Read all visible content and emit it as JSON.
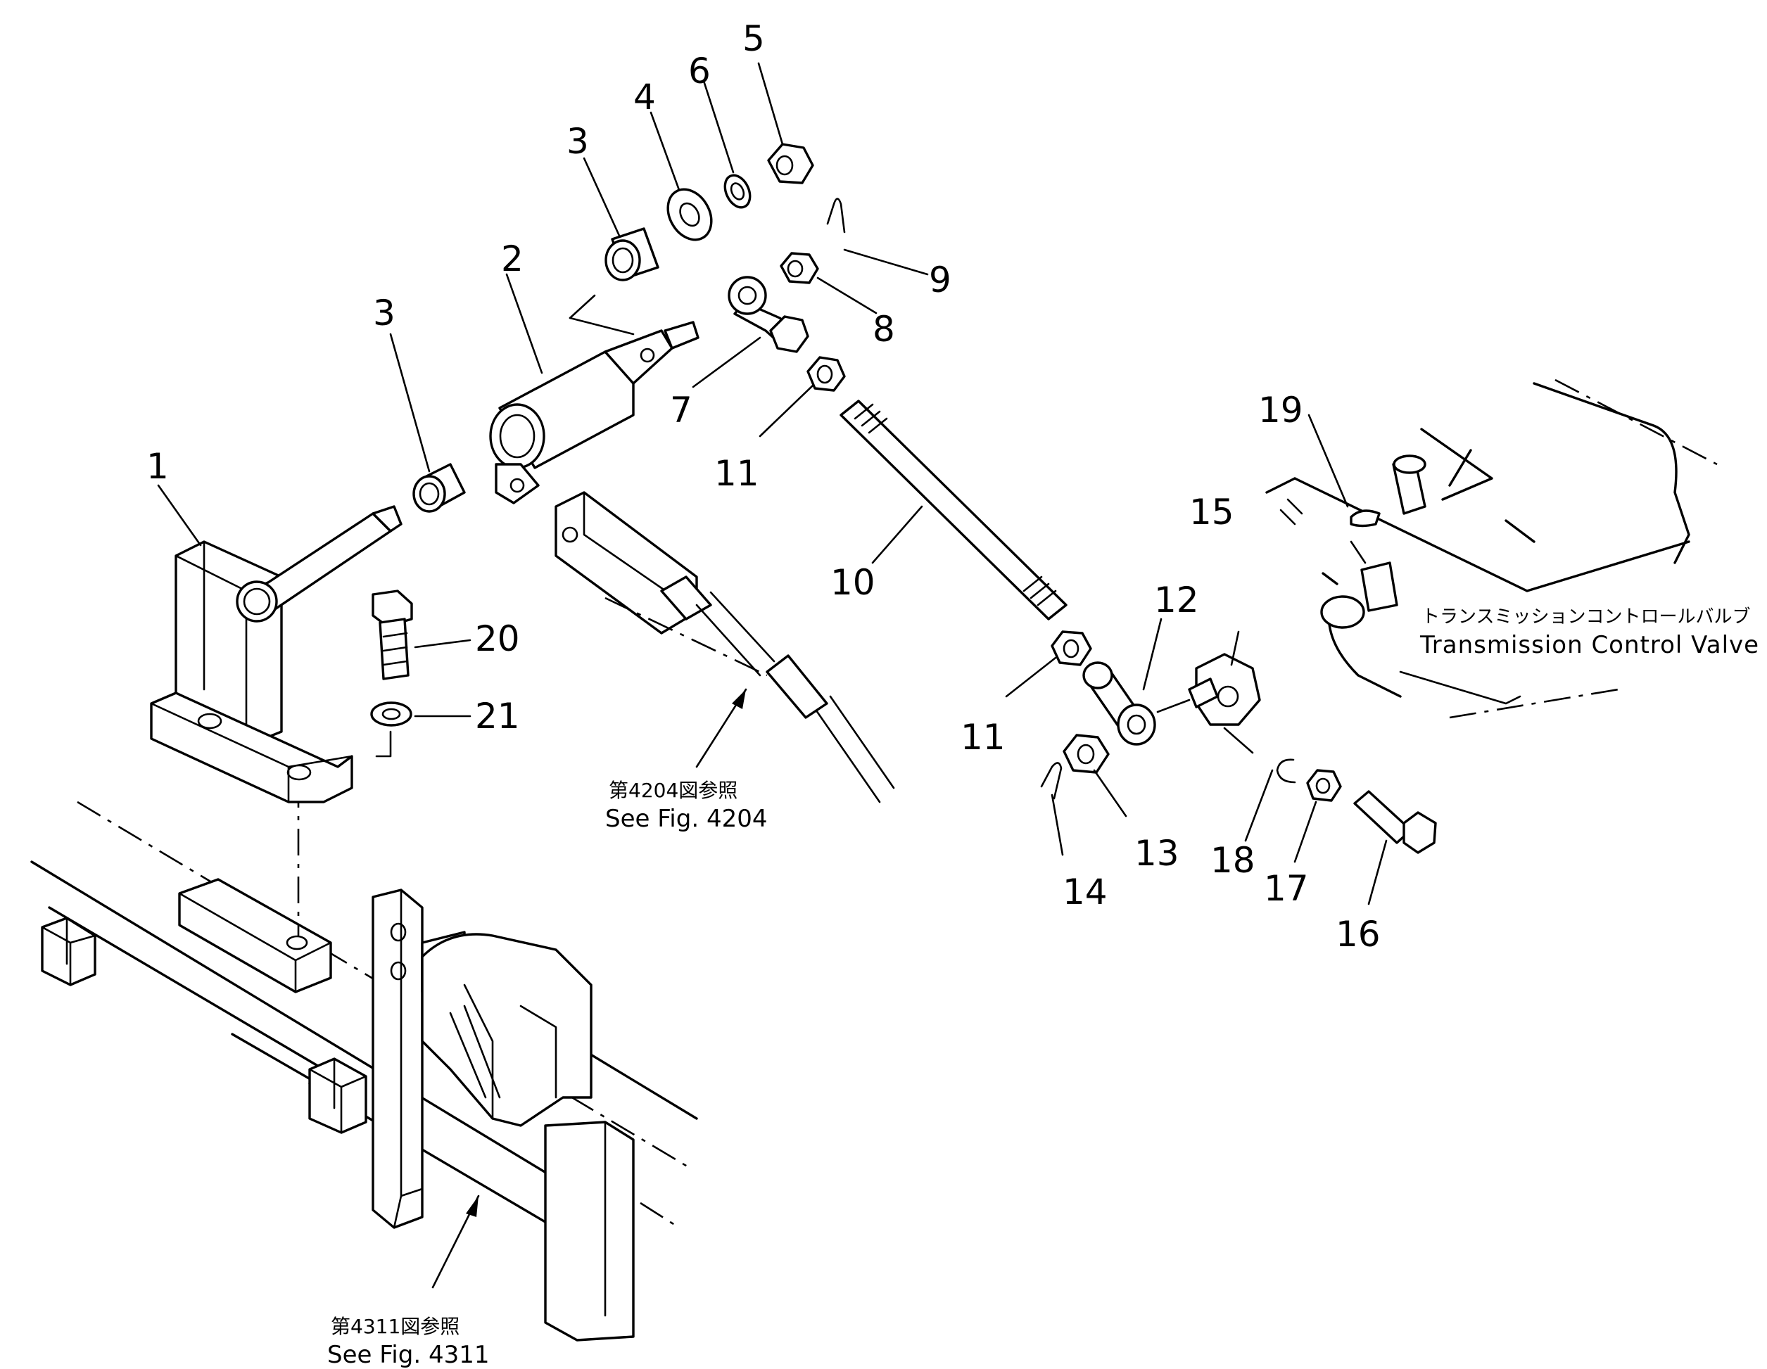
{
  "parts": [
    {
      "id": "part-1",
      "label": "1"
    },
    {
      "id": "part-2",
      "label": "2"
    },
    {
      "id": "part-3a",
      "label": "3"
    },
    {
      "id": "part-3b",
      "label": "3"
    },
    {
      "id": "part-4",
      "label": "4"
    },
    {
      "id": "part-5",
      "label": "5"
    },
    {
      "id": "part-6",
      "label": "6"
    },
    {
      "id": "part-7",
      "label": "7"
    },
    {
      "id": "part-8",
      "label": "8"
    },
    {
      "id": "part-9",
      "label": "9"
    },
    {
      "id": "part-10",
      "label": "10"
    },
    {
      "id": "part-11a",
      "label": "11"
    },
    {
      "id": "part-11b",
      "label": "11"
    },
    {
      "id": "part-12",
      "label": "12"
    },
    {
      "id": "part-13",
      "label": "13"
    },
    {
      "id": "part-14",
      "label": "14"
    },
    {
      "id": "part-15",
      "label": "15"
    },
    {
      "id": "part-16",
      "label": "16"
    },
    {
      "id": "part-17",
      "label": "17"
    },
    {
      "id": "part-18",
      "label": "18"
    },
    {
      "id": "part-19",
      "label": "19"
    },
    {
      "id": "part-20",
      "label": "20"
    },
    {
      "id": "part-21",
      "label": "21"
    }
  ],
  "references": {
    "fig4204": {
      "jp": "第4204図参照",
      "en": "See Fig. 4204"
    },
    "fig4311": {
      "jp": "第4311図参照",
      "en": "See Fig. 4311"
    }
  },
  "component_label": {
    "jp": "トランスミッションコントロールバルブ",
    "en": "Transmission Control Valve"
  }
}
